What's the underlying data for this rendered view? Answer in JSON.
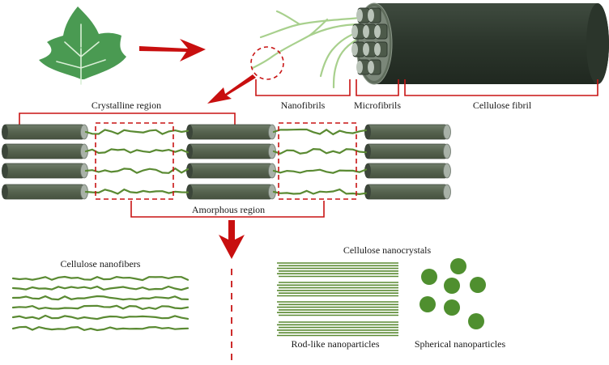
{
  "labels": {
    "nanofibrils": "Nanofibrils",
    "microfibrils": "Microfibrils",
    "cellulose_fibril": "Cellulose fibril",
    "crystalline_region": "Crystalline region",
    "amorphous_region": "Amorphous region",
    "cellulose_nanofibers": "Cellulose nanofibers",
    "cellulose_nanocrystals": "Cellulose nanocrystals",
    "rod_like": "Rod-like nanoparticles",
    "spherical": "Spherical nanoparticles"
  },
  "colors": {
    "arrow_red": "#c80f0f",
    "bracket_red": "#c81414",
    "fibril_dark": "#2e3a2e",
    "rod_body": "#5d6b57",
    "rod_end": "#9aa69a",
    "nanofiber_green": "#5a8a32",
    "light_fibril": "#a8d08d",
    "leaf_green": "#4a9a52",
    "sphere_green": "#4f8f2f"
  },
  "icons": [
    "leaf-icon",
    "arrow-right-icon",
    "arrow-down-left-icon",
    "arrow-down-icon"
  ]
}
